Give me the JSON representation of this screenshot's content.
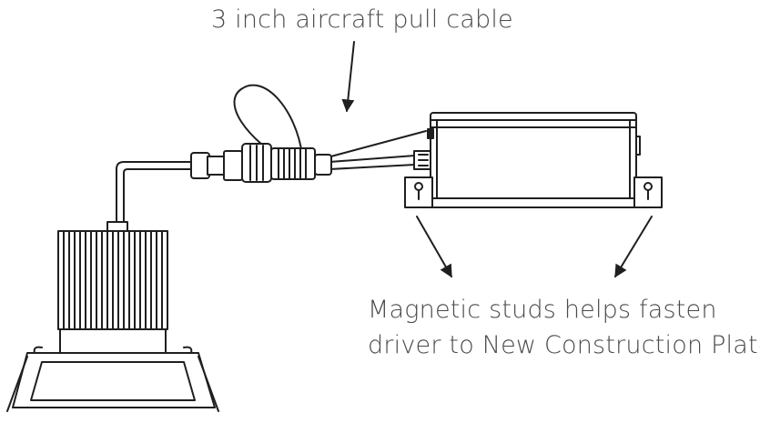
{
  "labels": {
    "cable": "3 inch aircraft pull cable",
    "magnet_line1": "Magnetic studs helps fasten",
    "magnet_line2": "driver to New Construction Plate"
  },
  "colors": {
    "ink": "#1f1f1f",
    "label_text": "#4a4a4a",
    "background": "#ffffff"
  }
}
